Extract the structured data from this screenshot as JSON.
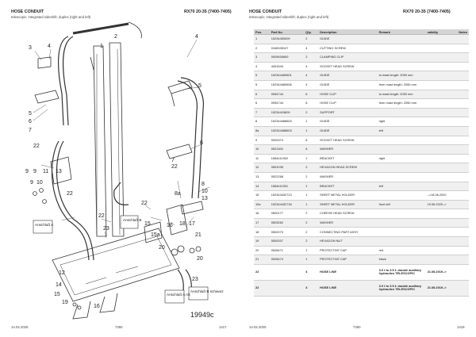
{
  "left_page": {
    "title": "HOSE CONDUIT",
    "model": "RX70 20-35 (7400-7405)",
    "subtitle": "telescopic; integrated sideshift; duplex (right and left)",
    "footer_date": "14.02.2025",
    "footer_code": "7350",
    "footer_page": "1417",
    "figure_number": "19949c",
    "callouts": [
      "1",
      "2",
      "3",
      "4",
      "4",
      "5",
      "6",
      "7",
      "8",
      "8a",
      "9",
      "9",
      "9",
      "10",
      "10",
      "11",
      "12",
      "13",
      "14",
      "15",
      "15a",
      "16",
      "16",
      "17",
      "18",
      "19",
      "20",
      "20",
      "21",
      "22",
      "22",
      "22",
      "22",
      "22",
      "23",
      "23"
    ],
    "connection_labels": {
      "a1": "Anschluß B",
      "a2": "Anschluß A",
      "a3": "Anschluß A rot",
      "a4": "Anschluß B schwarz"
    }
  },
  "right_page": {
    "title": "HOSE CONDUIT",
    "model": "RX70 20-35 (7400-7405)",
    "subtitle": "telescopic; integrated sideshift; duplex (right and left)",
    "footer_date": "14.02.2025",
    "footer_code": "7350",
    "footer_page": "1418",
    "columns": [
      "Pos.",
      "Part No.",
      "Qty.",
      "Description",
      "Remark",
      "validity",
      "Notes"
    ],
    "rows": [
      {
        "pos": "1",
        "part": "15234453009",
        "qty": "2",
        "desc": "GUIDE",
        "remark": "",
        "validity": "",
        "shade": true
      },
      {
        "pos": "2",
        "part": "0166335107",
        "qty": "4",
        "desc": "CUTTING SCREW",
        "remark": "",
        "validity": ""
      },
      {
        "pos": "3",
        "part": "0009530690",
        "qty": "2",
        "desc": "CLAMPING CLIP",
        "remark": "",
        "validity": "",
        "shade": true
      },
      {
        "pos": "4",
        "part": "4491543",
        "qty": "4",
        "desc": "SOCKET HEAD SCREW",
        "remark": "",
        "validity": ""
      },
      {
        "pos": "5",
        "part": "152344469601",
        "qty": "4",
        "desc": "GUIDE",
        "remark": "to mast length: 2050 mm",
        "validity": "",
        "shade": true
      },
      {
        "pos": "5",
        "part": "152344469606",
        "qty": "4",
        "desc": "GUIDE",
        "remark": "from mast length: 2050 mm",
        "validity": ""
      },
      {
        "pos": "6",
        "part": "0954744",
        "qty": "6",
        "desc": "HOSE CLIP",
        "remark": "to mast length: 2050 mm",
        "validity": "",
        "shade": true
      },
      {
        "pos": "6",
        "part": "0954744",
        "qty": "6",
        "desc": "HOSE CLIP",
        "remark": "from mast length: 2050 mm",
        "validity": ""
      },
      {
        "pos": "7",
        "part": "15234415600",
        "qty": "2",
        "desc": "SUPPORT",
        "remark": "",
        "validity": "",
        "shade": true
      },
      {
        "pos": "8",
        "part": "152344468603",
        "qty": "1",
        "desc": "GUIDE",
        "remark": "right",
        "validity": ""
      },
      {
        "pos": "8a",
        "part": "152344468603",
        "qty": "1",
        "desc": "GUIDE",
        "remark": "left",
        "validity": "",
        "shade": true
      },
      {
        "pos": "9",
        "part": "0920374",
        "qty": "8",
        "desc": "SOCKET HEAD SCREW",
        "remark": "",
        "validity": ""
      },
      {
        "pos": "10",
        "part": "0521106",
        "qty": "8",
        "desc": "WASHER",
        "remark": "",
        "validity": "",
        "shade": true
      },
      {
        "pos": "11",
        "part": "1584411902",
        "qty": "1",
        "desc": "BRACKET",
        "remark": "right",
        "validity": ""
      },
      {
        "pos": "12",
        "part": "0501035",
        "qty": "2",
        "desc": "HEXAGON HEAD SCREW",
        "remark": "",
        "validity": "",
        "shade": true
      },
      {
        "pos": "13",
        "part": "0522268",
        "qty": "2",
        "desc": "WASHER",
        "remark": "",
        "validity": ""
      },
      {
        "pos": "14",
        "part": "1584411901",
        "qty": "1",
        "desc": "BRACKET",
        "remark": "left",
        "validity": "",
        "shade": true
      },
      {
        "pos": "15",
        "part": "152344432713",
        "qty": "1",
        "desc": "SHEET METAL HOLDER",
        "remark": "",
        "validity": "–>18.06.2020"
      },
      {
        "pos": "15a",
        "part": "152344432718",
        "qty": "1",
        "desc": "SHEET METAL HOLDER",
        "remark": "front left",
        "validity": "19.06.2020–>",
        "shade": true
      },
      {
        "pos": "16",
        "part": "0500177",
        "qty": "2",
        "desc": "CHEESE HEAD SCREW",
        "remark": "",
        "validity": ""
      },
      {
        "pos": "17",
        "part": "0503262",
        "qty": "2",
        "desc": "WASHER",
        "remark": "",
        "validity": "",
        "shade": true
      },
      {
        "pos": "18",
        "part": "0502073",
        "qty": "2",
        "desc": "CONNECTING PART ASSY",
        "remark": "",
        "validity": ""
      },
      {
        "pos": "19",
        "part": "0500207",
        "qty": "2",
        "desc": "HEXAGON NUT",
        "remark": "",
        "validity": "",
        "shade": true
      },
      {
        "pos": "20",
        "part": "0528471",
        "qty": "1",
        "desc": "PROTECTIVE CAP",
        "remark": "red",
        "validity": ""
      },
      {
        "pos": "21",
        "part": "0528474",
        "qty": "1",
        "desc": "PROTECTIVE CAP",
        "remark": "black",
        "validity": "",
        "shade": true
      },
      {
        "pos": "22",
        "part": "",
        "qty": "4",
        "desc": "HOSE LINE",
        "remark": "3.0 t to 3.5 t: double auxiliary hydraulics TELESCOPIC",
        "validity": "21.08.2019–>",
        "bold": true,
        "tall": true
      },
      {
        "pos": "22",
        "part": "",
        "qty": "4",
        "desc": "HOSE LINE",
        "remark": "3.0 t to 3.5 t: double auxiliary hydraulics TELESCOPIC",
        "validity": "21.08.2019–>",
        "bold": true,
        "tall": true,
        "shade": true
      }
    ]
  }
}
